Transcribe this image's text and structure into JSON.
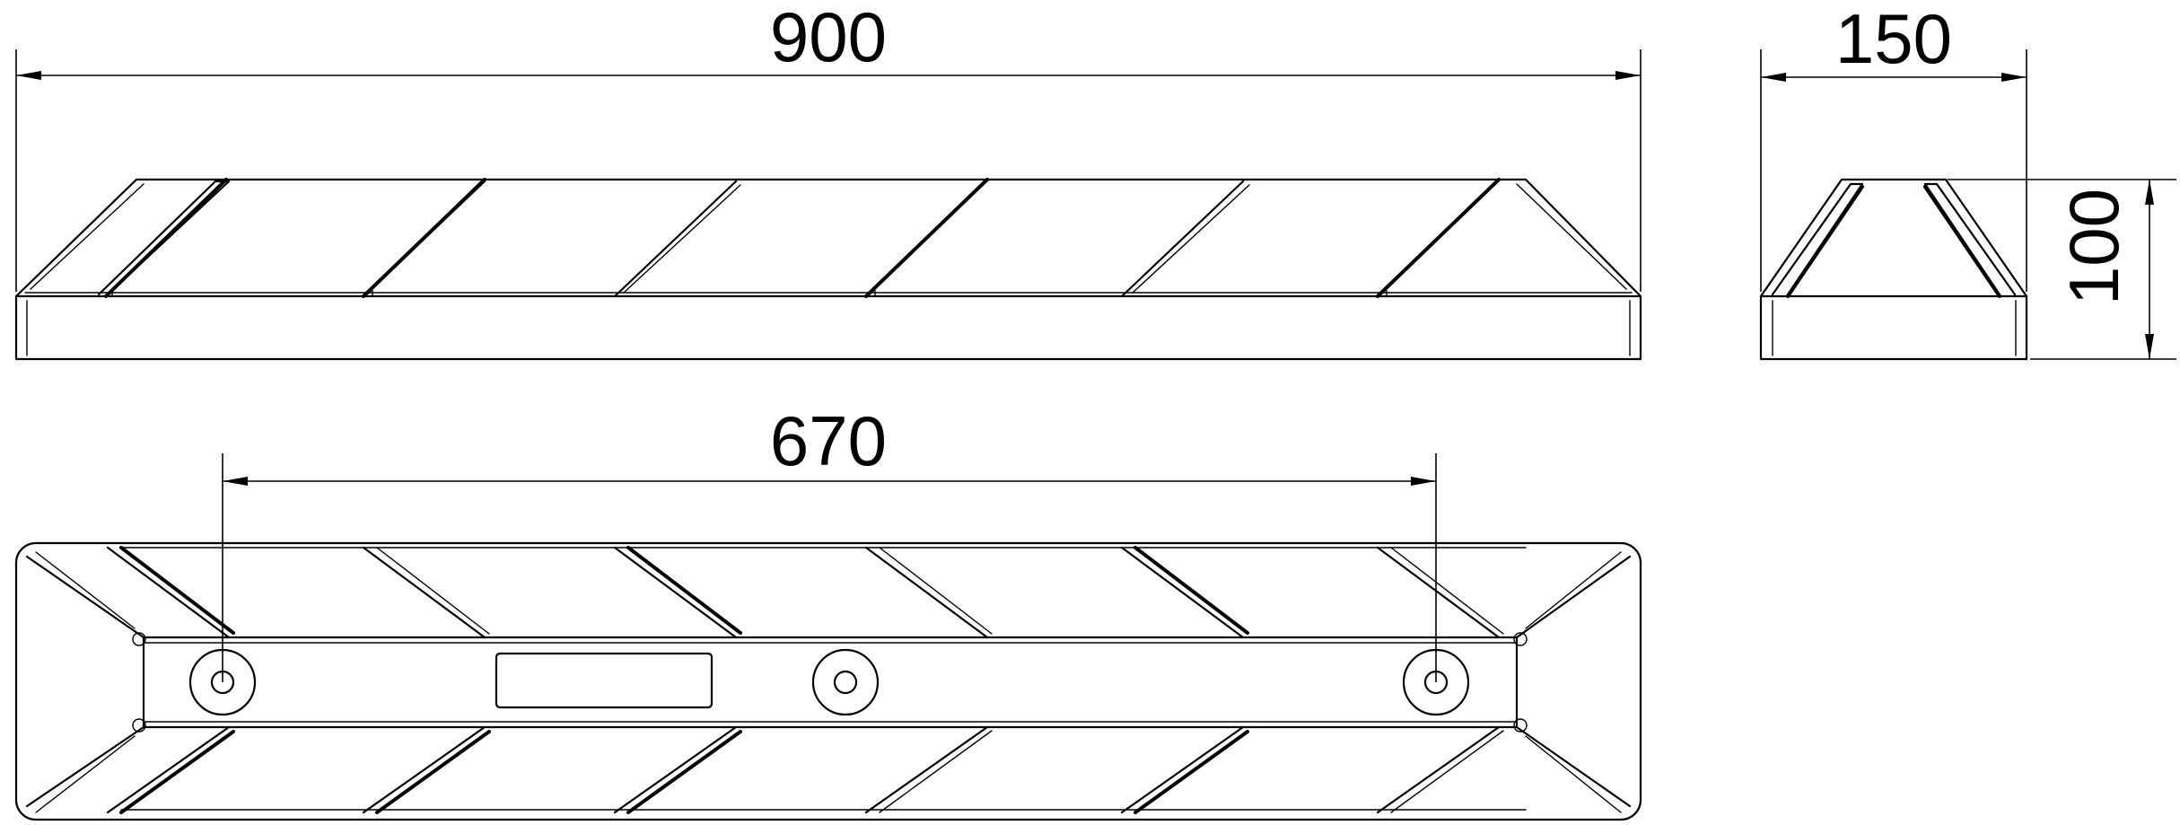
{
  "dimensions": {
    "overall_length": "900",
    "width": "150",
    "height": "100",
    "hole_spacing": "670"
  }
}
